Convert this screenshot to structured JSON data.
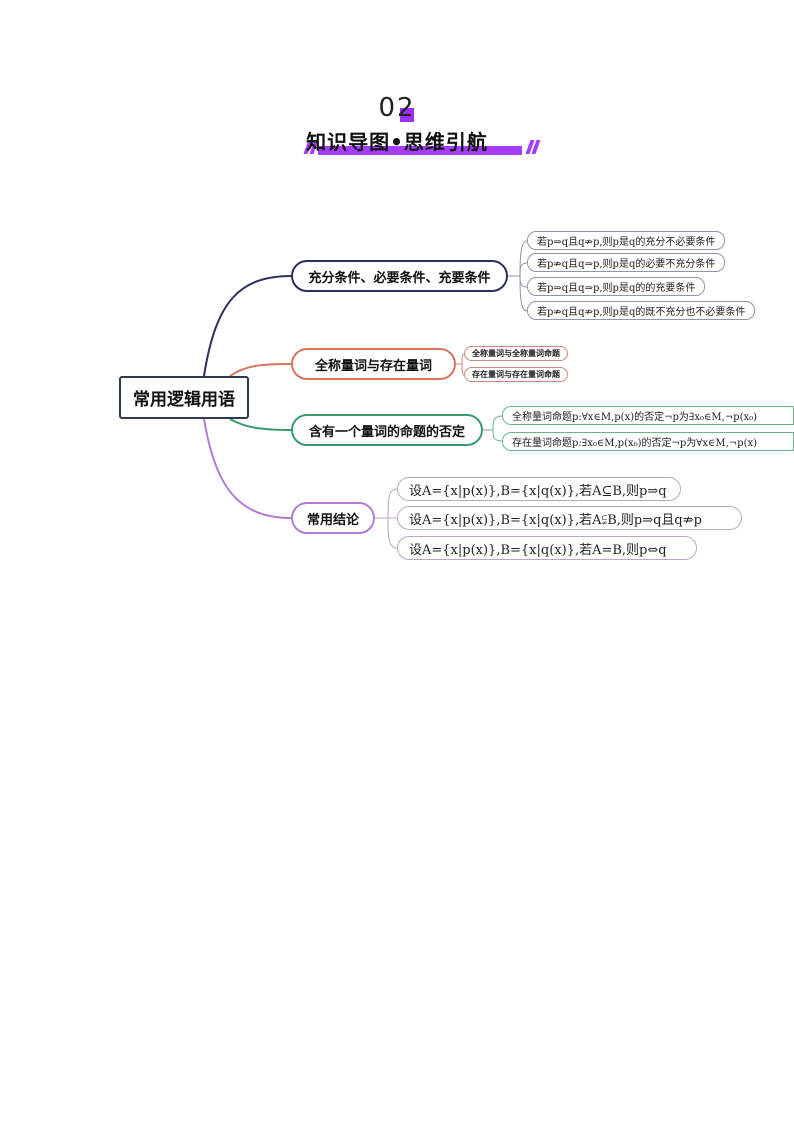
{
  "header": {
    "number": "02",
    "title": "知识导图•思维引航"
  },
  "colors": {
    "accent": "#a53cff",
    "branch1": "#2b2f5a",
    "branch2": "#d9735f",
    "branch3": "#3a9a6e",
    "branch4": "#b57bd0"
  },
  "mindmap": {
    "root": "常用逻辑用语",
    "branches": [
      {
        "label": "充分条件、必要条件、充要条件",
        "leaves": [
          "若p⇒q且q⇏p,则p是q的充分不必要条件",
          "若p⇏q且q⇒p,则p是q的必要不充分条件",
          "若p⇒q且q⇒p,则p是q的的充要条件",
          "若p⇏q且q⇏p,则p是q的既不充分也不必要条件"
        ]
      },
      {
        "label": "全称量词与存在量词",
        "leaves": [
          "全称量词与全称量词命题",
          "存在量词与存在量词命题"
        ]
      },
      {
        "label": "含有一个量词的命题的否定",
        "leaves": [
          "全称量词命题p:∀x∈M,p(x)的否定¬p为∃x₀∈M,¬p(x₀)",
          "存在量词命题p:∃x₀∈M,p(x₀)的否定¬p为∀x∈M,¬p(x)"
        ]
      },
      {
        "label": "常用结论",
        "leaves": [
          "设A={x|p(x)},B={x|q(x)},若A⊆B,则p⇒q",
          "设A={x|p(x)},B={x|q(x)},若A⫋B,则p⇒q且q⇏p",
          "设A={x|p(x)},B={x|q(x)},若A=B,则p⇔q"
        ]
      }
    ]
  }
}
